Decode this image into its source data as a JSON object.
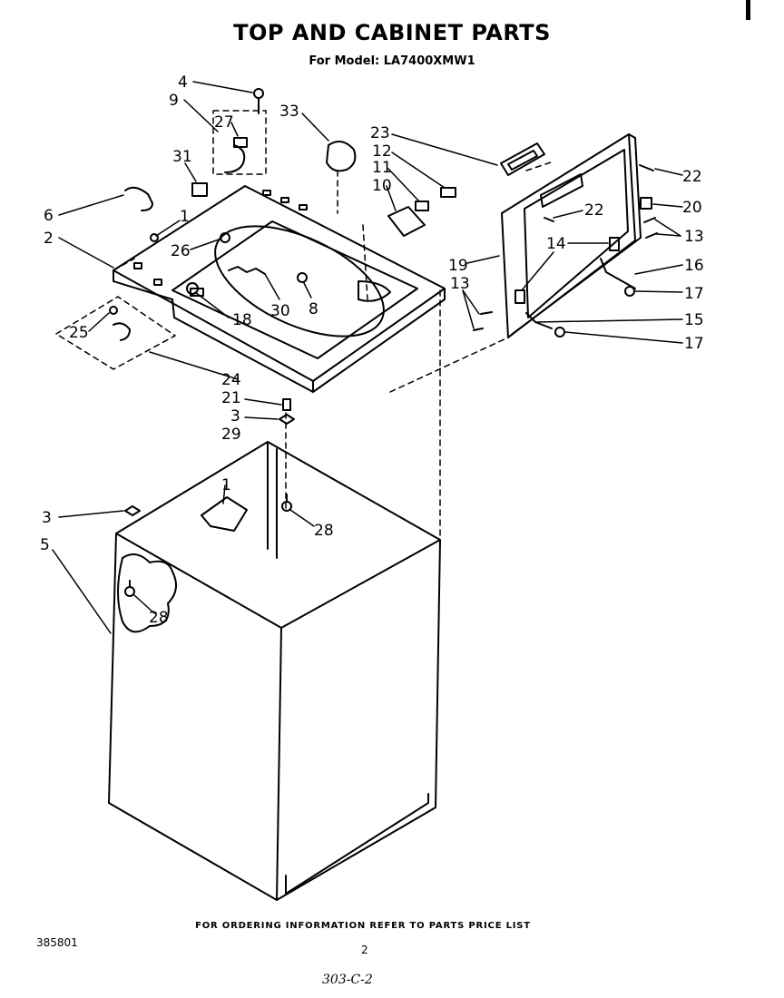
{
  "header": {
    "title": "TOP AND CABINET PARTS",
    "subtitle": "For Model: LA7400XMW1"
  },
  "footer": {
    "ordering_note": "FOR ORDERING INFORMATION REFER TO PARTS PRICE LIST",
    "document_number": "385801",
    "page_number": "2",
    "handwritten_code": "303-C-2"
  },
  "callouts": {
    "c4": "4",
    "c9": "9",
    "c27": "27",
    "c33": "33",
    "c23": "23",
    "c12": "12",
    "c11": "11",
    "c10": "10",
    "c31": "31",
    "c22a": "22",
    "c20": "20",
    "c22b": "22",
    "c6": "6",
    "c1a": "1",
    "c2": "2",
    "c26": "26",
    "c14": "14",
    "c13a": "13",
    "c19": "19",
    "c16": "16",
    "c13b": "13",
    "c17a": "17",
    "c15": "15",
    "c17b": "17",
    "c25": "25",
    "c30": "30",
    "c8": "8",
    "c18": "18",
    "c24": "24",
    "c21": "21",
    "c3a": "3",
    "c29": "29",
    "c1b": "1",
    "c28a": "28",
    "c3b": "3",
    "c5": "5",
    "c28b": "28"
  }
}
